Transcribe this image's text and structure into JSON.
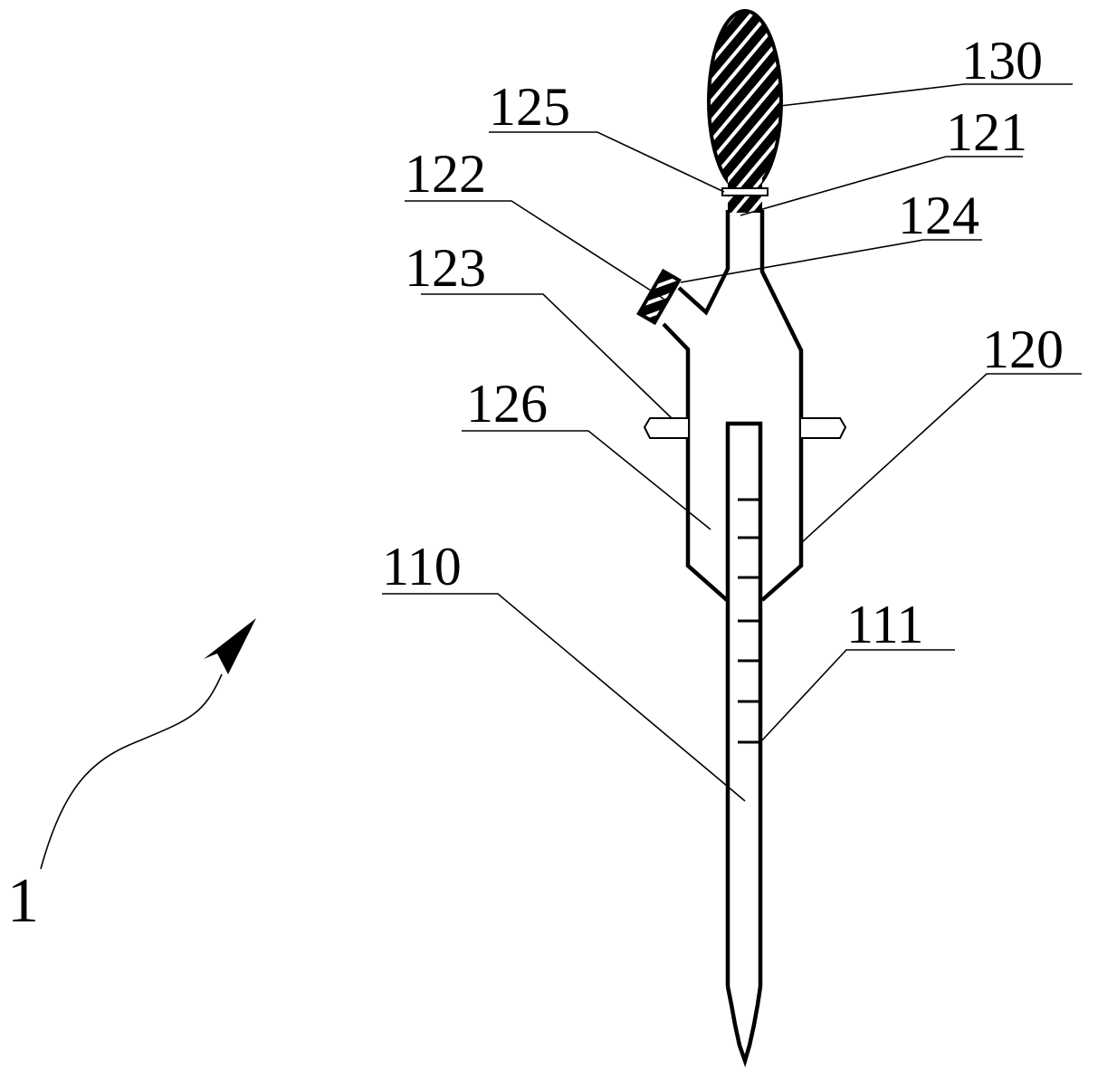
{
  "labels": {
    "l130": "130",
    "l125": "125",
    "l121": "121",
    "l122": "122",
    "l124": "124",
    "l123": "123",
    "l126": "126",
    "l120": "120",
    "l110": "110",
    "l111": "111",
    "l1": "1"
  }
}
